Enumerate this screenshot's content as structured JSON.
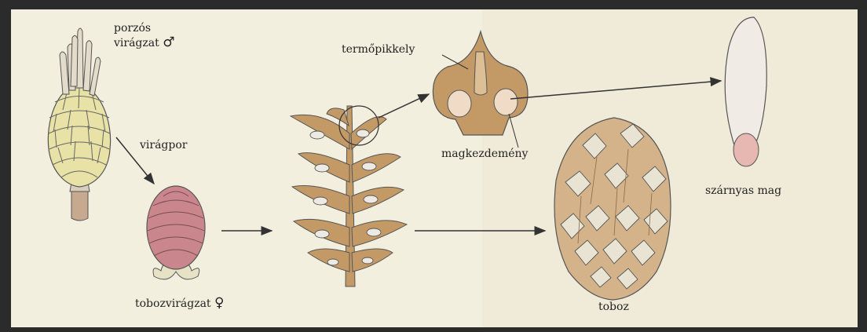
{
  "labels": {
    "male_line1": "porzós",
    "male_line2": "virágzat",
    "male_symbol": "♂",
    "pollen": "virágpor",
    "female_name": "tobozvirágzat",
    "female_symbol": "♀",
    "seed_scale": "termőpikkely",
    "ovule": "magkezdemény",
    "cone": "toboz",
    "winged_seed": "szárnyas mag"
  },
  "colors": {
    "panel": "#f3efdf",
    "frame": "#2b2b2b",
    "male_cone": "#e8e2a6",
    "female_cone": "#c9868c",
    "scale_tan": "#c39a66",
    "seed_wing": "#f1ebe6",
    "seed_body": "#e7b7b2"
  }
}
